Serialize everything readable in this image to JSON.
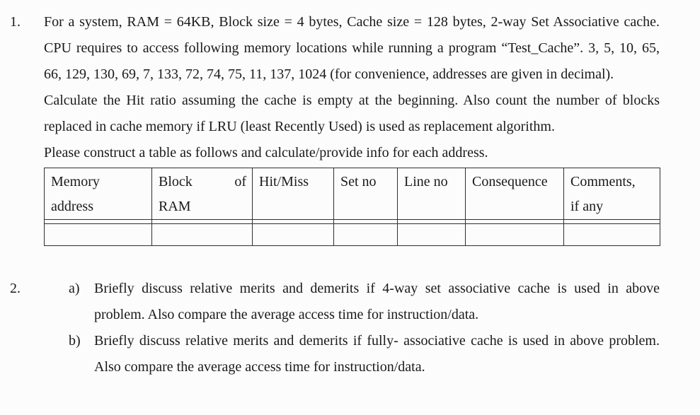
{
  "document": {
    "background": "#fcfcfc",
    "text_color": "#1a1a1a",
    "border_color": "#2f2f2f"
  },
  "question1": {
    "number": "1.",
    "paragraphs": [
      "For a system, RAM = 64KB, Block size = 4 bytes, Cache size = 128 bytes, 2-way Set Associative cache. CPU requires to access following memory locations while running a program “Test_Cache”. 3, 5, 10, 65, 66, 129, 130, 69, 7, 133, 72, 74, 75, 11, 137, 1024 (for convenience, addresses are given in decimal).",
      "Calculate the Hit ratio assuming the cache is empty at the beginning. Also count the number of blocks replaced in cache memory if LRU (least Recently Used) is used as replacement algorithm.",
      "Please construct a table as follows and calculate/provide info for each address."
    ],
    "table": {
      "headers": [
        {
          "line1": "Memory",
          "line2": "address"
        },
        {
          "line1a": "Block",
          "line1b": "of",
          "line2": "RAM"
        },
        {
          "line1": "Hit/Miss"
        },
        {
          "line1": "Set no"
        },
        {
          "line1": "Line no"
        },
        {
          "line1": "Consequence"
        },
        {
          "line1": "Comments,",
          "line2": "if any"
        }
      ],
      "rows": [
        [
          "",
          "",
          "",
          "",
          "",
          "",
          ""
        ]
      ]
    }
  },
  "question2": {
    "number": "2.",
    "items": [
      {
        "label": "a)",
        "text": "Briefly discuss relative merits and demerits if 4-way set associative cache is used in above problem. Also compare the average access time for instruction/data."
      },
      {
        "label": "b)",
        "text": "Briefly discuss relative merits and demerits if fully- associative cache is used in above problem. Also compare the average access time for instruction/data."
      }
    ]
  }
}
